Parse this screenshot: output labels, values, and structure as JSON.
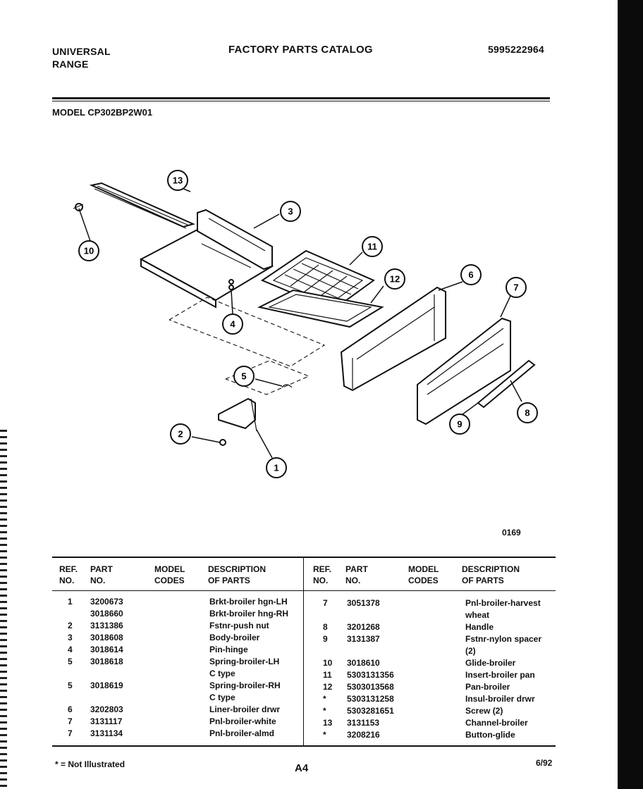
{
  "header": {
    "brand_line1": "UNIVERSAL",
    "brand_line2": "RANGE",
    "catalog_title": "FACTORY PARTS CATALOG",
    "catalog_number": "5995222964",
    "model_label": "MODEL",
    "model_number": "CP302BP2W01"
  },
  "diagram": {
    "figure_number": "0169",
    "callouts": [
      "1",
      "2",
      "3",
      "4",
      "5",
      "6",
      "7",
      "8",
      "9",
      "10",
      "11",
      "12",
      "13"
    ]
  },
  "table": {
    "headers": {
      "ref_no": [
        "REF.",
        "NO."
      ],
      "part_no": [
        "PART",
        "NO."
      ],
      "model_codes": [
        "MODEL",
        "CODES"
      ],
      "description": [
        "DESCRIPTION",
        "OF PARTS"
      ]
    },
    "left_rows": [
      {
        "ref": "1",
        "part": "3200673",
        "desc": "Brkt-broiler hgn-LH"
      },
      {
        "ref": "",
        "part": "3018660",
        "desc": "Brkt-broiler hng-RH"
      },
      {
        "ref": "2",
        "part": "3131386",
        "desc": "Fstnr-push nut"
      },
      {
        "ref": "3",
        "part": "3018608",
        "desc": "Body-broiler"
      },
      {
        "ref": "4",
        "part": "3018614",
        "desc": "Pin-hinge"
      },
      {
        "ref": "5",
        "part": "3018618",
        "desc": "Spring-broiler-LH"
      },
      {
        "ref": "",
        "part": "",
        "desc": "C type"
      },
      {
        "ref": "5",
        "part": "3018619",
        "desc": "Spring-broiler-RH"
      },
      {
        "ref": "",
        "part": "",
        "desc": "C type"
      },
      {
        "ref": "6",
        "part": "3202803",
        "desc": "Liner-broiler drwr"
      },
      {
        "ref": "7",
        "part": "3131117",
        "desc": "Pnl-broiler-white"
      },
      {
        "ref": "7",
        "part": "3131134",
        "desc": "Pnl-broiler-almd"
      }
    ],
    "right_rows": [
      {
        "ref": "7",
        "part": "3051378",
        "desc": "Pnl-broiler-harvest"
      },
      {
        "ref": "",
        "part": "",
        "desc": "wheat"
      },
      {
        "ref": "8",
        "part": "3201268",
        "desc": "Handle"
      },
      {
        "ref": "9",
        "part": "3131387",
        "desc": "Fstnr-nylon spacer"
      },
      {
        "ref": "",
        "part": "",
        "desc": "(2)"
      },
      {
        "ref": "10",
        "part": "3018610",
        "desc": "Glide-broiler"
      },
      {
        "ref": "11",
        "part": "5303131356",
        "desc": "Insert-broiler pan"
      },
      {
        "ref": "12",
        "part": "5303013568",
        "desc": "Pan-broiler"
      },
      {
        "ref": "*",
        "part": "5303131258",
        "desc": "Insul-broiler drwr"
      },
      {
        "ref": "*",
        "part": "5303281651",
        "desc": "Screw (2)"
      },
      {
        "ref": "13",
        "part": "3131153",
        "desc": "Channel-broiler"
      },
      {
        "ref": "*",
        "part": "3208216",
        "desc": "Button-glide"
      }
    ]
  },
  "footer": {
    "note": "* = Not Illustrated",
    "page": "A4",
    "date": "6/92"
  }
}
